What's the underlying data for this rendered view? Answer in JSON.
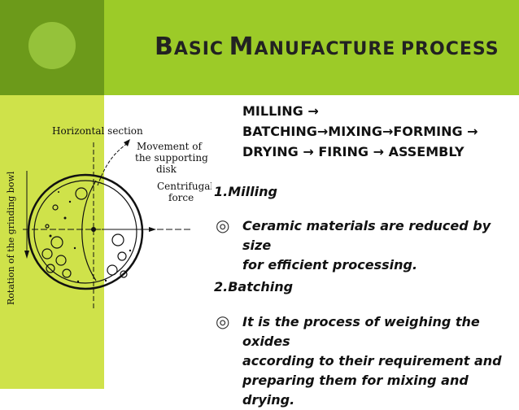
{
  "slide": {
    "title_words": [
      {
        "cap": "B",
        "rest": "asic"
      },
      {
        "cap": "M",
        "rest": "anufacture"
      },
      {
        "cap": "",
        "rest": "process"
      }
    ],
    "flow_lines": [
      "MILLING →",
      "BATCHING→MIXING→FORMING →",
      "DRYING → FIRING → ASSEMBLY"
    ],
    "sections": [
      {
        "heading": "1.Milling",
        "bullet": "◎",
        "text_lines": [
          "Ceramic materials are reduced by size",
          "for efficient processing."
        ]
      },
      {
        "heading": "2.Batching",
        "bullet": "◎",
        "text_lines": [
          "It is the process of weighing the oxides",
          "according to their requirement and",
          "preparing them for mixing and drying."
        ]
      }
    ]
  },
  "diagram": {
    "horizontal_section": "Horizontal section",
    "movement_lines": [
      "Movement of",
      "the supporting",
      "disk"
    ],
    "centrifugal_lines": [
      "Centrifugal",
      "force"
    ],
    "rotation_label": "Rotation of the grinding bowl"
  },
  "colors": {
    "dark_green": "#6c9a1a",
    "light_green": "#9ccb28",
    "lime": "#cfe24a"
  }
}
